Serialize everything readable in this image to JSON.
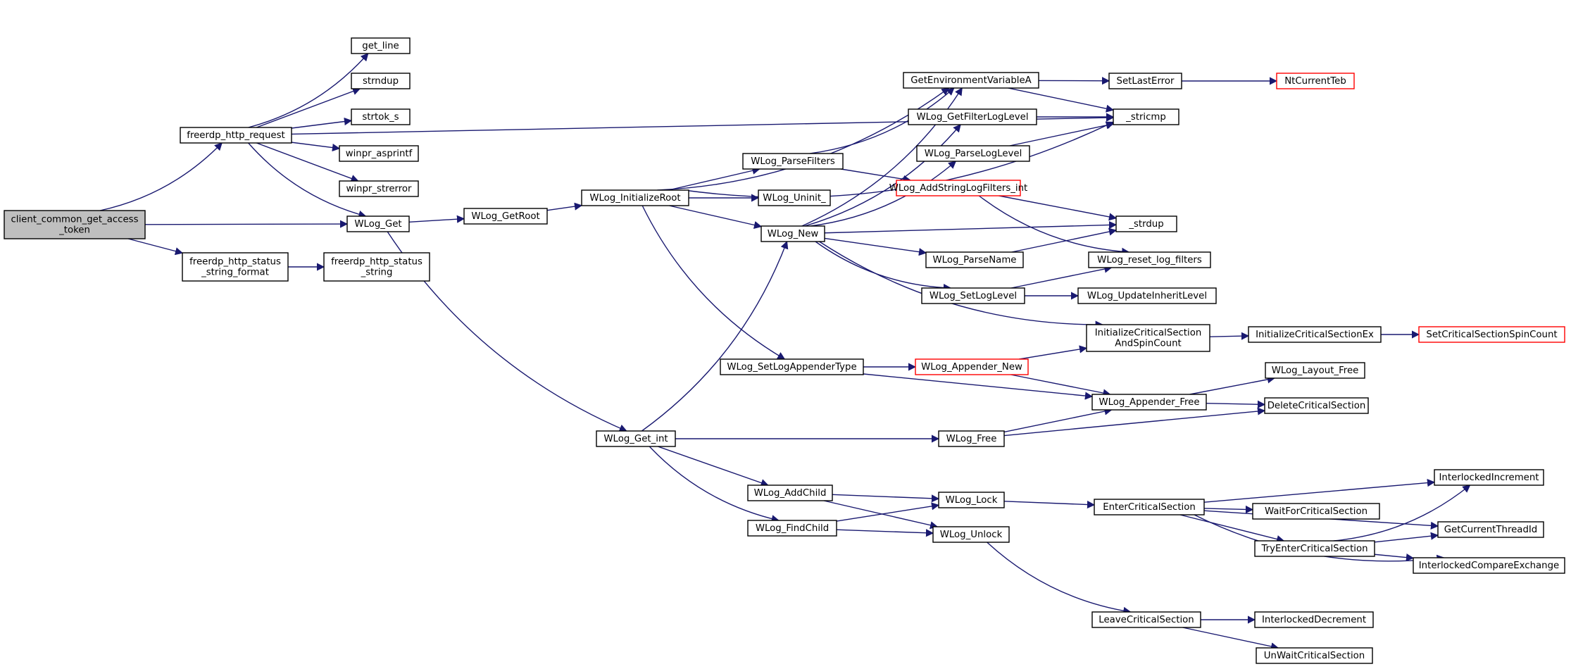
{
  "colors": {
    "edge": "#191970",
    "node_border": "#000000",
    "node_border_truncated": "#ff0000",
    "root_fill": "#bfbfbf",
    "node_fill": "#ffffff"
  },
  "nodes": [
    {
      "id": "root",
      "lines": [
        "client_common_get_access",
        "_token"
      ],
      "style": "root"
    },
    {
      "id": "http_request",
      "lines": [
        "freerdp_http_request"
      ]
    },
    {
      "id": "get_line",
      "lines": [
        "get_line"
      ]
    },
    {
      "id": "strndup",
      "lines": [
        "strndup"
      ]
    },
    {
      "id": "strtok_s",
      "lines": [
        "strtok_s"
      ]
    },
    {
      "id": "winpr_asprintf",
      "lines": [
        "winpr_asprintf"
      ]
    },
    {
      "id": "winpr_strerror",
      "lines": [
        "winpr_strerror"
      ]
    },
    {
      "id": "wlog_get",
      "lines": [
        "WLog_Get"
      ]
    },
    {
      "id": "status_format",
      "lines": [
        "freerdp_http_status",
        "_string_format"
      ]
    },
    {
      "id": "status_string",
      "lines": [
        "freerdp_http_status",
        "_string"
      ]
    },
    {
      "id": "getroot",
      "lines": [
        "WLog_GetRoot"
      ]
    },
    {
      "id": "initroot",
      "lines": [
        "WLog_InitializeRoot"
      ]
    },
    {
      "id": "parsefilters",
      "lines": [
        "WLog_ParseFilters"
      ]
    },
    {
      "id": "uninit",
      "lines": [
        "WLog_Uninit_"
      ]
    },
    {
      "id": "wlog_new",
      "lines": [
        "WLog_New"
      ]
    },
    {
      "id": "getenv",
      "lines": [
        "GetEnvironmentVariableA"
      ]
    },
    {
      "id": "getfilterlevel",
      "lines": [
        "WLog_GetFilterLogLevel"
      ]
    },
    {
      "id": "parseloglevel",
      "lines": [
        "WLog_ParseLogLevel"
      ]
    },
    {
      "id": "addstringfilters",
      "lines": [
        "WLog_AddStringLogFilters_int"
      ],
      "style": "red"
    },
    {
      "id": "setlasterror",
      "lines": [
        "SetLastError"
      ]
    },
    {
      "id": "ntcurrentteb",
      "lines": [
        "NtCurrentTeb"
      ],
      "style": "red"
    },
    {
      "id": "stricmp",
      "lines": [
        "_stricmp"
      ]
    },
    {
      "id": "strdup",
      "lines": [
        "_strdup"
      ]
    },
    {
      "id": "parsename",
      "lines": [
        "WLog_ParseName"
      ]
    },
    {
      "id": "resetfilters",
      "lines": [
        "WLog_reset_log_filters"
      ]
    },
    {
      "id": "setloglevel",
      "lines": [
        "WLog_SetLogLevel"
      ]
    },
    {
      "id": "updateinherit",
      "lines": [
        "WLog_UpdateInheritLevel"
      ]
    },
    {
      "id": "initcs_spin",
      "lines": [
        "InitializeCriticalSection",
        "AndSpinCount"
      ]
    },
    {
      "id": "initcs_ex",
      "lines": [
        "InitializeCriticalSectionEx"
      ]
    },
    {
      "id": "setcsspin",
      "lines": [
        "SetCriticalSectionSpinCount"
      ],
      "style": "red"
    },
    {
      "id": "setappendertype",
      "lines": [
        "WLog_SetLogAppenderType"
      ]
    },
    {
      "id": "appender_new",
      "lines": [
        "WLog_Appender_New"
      ],
      "style": "red"
    },
    {
      "id": "layout_free",
      "lines": [
        "WLog_Layout_Free"
      ]
    },
    {
      "id": "appender_free",
      "lines": [
        "WLog_Appender_Free"
      ]
    },
    {
      "id": "deletecs",
      "lines": [
        "DeleteCriticalSection"
      ]
    },
    {
      "id": "get_int",
      "lines": [
        "WLog_Get_int"
      ]
    },
    {
      "id": "wlog_free",
      "lines": [
        "WLog_Free"
      ]
    },
    {
      "id": "addchild",
      "lines": [
        "WLog_AddChild"
      ]
    },
    {
      "id": "findchild",
      "lines": [
        "WLog_FindChild"
      ]
    },
    {
      "id": "wlog_lock",
      "lines": [
        "WLog_Lock"
      ]
    },
    {
      "id": "wlog_unlock",
      "lines": [
        "WLog_Unlock"
      ]
    },
    {
      "id": "entercs",
      "lines": [
        "EnterCriticalSection"
      ]
    },
    {
      "id": "interlockedinc",
      "lines": [
        "InterlockedIncrement"
      ]
    },
    {
      "id": "waitforcs",
      "lines": [
        "WaitForCriticalSection"
      ]
    },
    {
      "id": "getthreadid",
      "lines": [
        "GetCurrentThreadId"
      ]
    },
    {
      "id": "tryentercs",
      "lines": [
        "TryEnterCriticalSection"
      ]
    },
    {
      "id": "interlockedcmp",
      "lines": [
        "InterlockedCompareExchange"
      ]
    },
    {
      "id": "leavecs",
      "lines": [
        "LeaveCriticalSection"
      ]
    },
    {
      "id": "interlockeddec",
      "lines": [
        "InterlockedDecrement"
      ]
    },
    {
      "id": "unwaitcs",
      "lines": [
        "UnWaitCriticalSection"
      ]
    }
  ],
  "edges": [
    [
      "root",
      "http_request"
    ],
    [
      "root",
      "wlog_get"
    ],
    [
      "root",
      "status_format"
    ],
    [
      "http_request",
      "get_line"
    ],
    [
      "http_request",
      "strndup"
    ],
    [
      "http_request",
      "strtok_s"
    ],
    [
      "http_request",
      "winpr_asprintf"
    ],
    [
      "http_request",
      "winpr_strerror"
    ],
    [
      "http_request",
      "wlog_get"
    ],
    [
      "http_request",
      "stricmp"
    ],
    [
      "status_format",
      "status_string"
    ],
    [
      "wlog_get",
      "getroot"
    ],
    [
      "wlog_get",
      "get_int"
    ],
    [
      "getroot",
      "initroot"
    ],
    [
      "initroot",
      "getenv"
    ],
    [
      "initroot",
      "parsefilters"
    ],
    [
      "initroot",
      "uninit"
    ],
    [
      "initroot",
      "wlog_new"
    ],
    [
      "initroot",
      "stricmp"
    ],
    [
      "initroot",
      "setappendertype"
    ],
    [
      "parsefilters",
      "getenv"
    ],
    [
      "parsefilters",
      "addstringfilters"
    ],
    [
      "wlog_new",
      "getenv"
    ],
    [
      "wlog_new",
      "getfilterlevel"
    ],
    [
      "wlog_new",
      "parseloglevel"
    ],
    [
      "wlog_new",
      "strdup"
    ],
    [
      "wlog_new",
      "parsename"
    ],
    [
      "wlog_new",
      "setloglevel"
    ],
    [
      "wlog_new",
      "initcs_spin"
    ],
    [
      "getenv",
      "setlasterror"
    ],
    [
      "getenv",
      "stricmp"
    ],
    [
      "setlasterror",
      "ntcurrentteb"
    ],
    [
      "getfilterlevel",
      "stricmp"
    ],
    [
      "parseloglevel",
      "stricmp"
    ],
    [
      "addstringfilters",
      "strdup"
    ],
    [
      "addstringfilters",
      "resetfilters"
    ],
    [
      "parsename",
      "strdup"
    ],
    [
      "setloglevel",
      "resetfilters"
    ],
    [
      "setloglevel",
      "updateinherit"
    ],
    [
      "initcs_spin",
      "initcs_ex"
    ],
    [
      "initcs_ex",
      "setcsspin"
    ],
    [
      "setappendertype",
      "appender_new"
    ],
    [
      "setappendertype",
      "appender_free"
    ],
    [
      "appender_new",
      "initcs_spin"
    ],
    [
      "appender_new",
      "appender_free"
    ],
    [
      "appender_free",
      "layout_free"
    ],
    [
      "appender_free",
      "deletecs"
    ],
    [
      "get_int",
      "wlog_new"
    ],
    [
      "get_int",
      "wlog_free"
    ],
    [
      "get_int",
      "addchild"
    ],
    [
      "get_int",
      "findchild"
    ],
    [
      "wlog_free",
      "appender_free"
    ],
    [
      "wlog_free",
      "deletecs"
    ],
    [
      "addchild",
      "wlog_lock"
    ],
    [
      "addchild",
      "wlog_unlock"
    ],
    [
      "findchild",
      "wlog_lock"
    ],
    [
      "findchild",
      "wlog_unlock"
    ],
    [
      "wlog_lock",
      "entercs"
    ],
    [
      "wlog_unlock",
      "leavecs"
    ],
    [
      "entercs",
      "interlockedinc"
    ],
    [
      "entercs",
      "waitforcs"
    ],
    [
      "entercs",
      "getthreadid"
    ],
    [
      "entercs",
      "tryentercs"
    ],
    [
      "entercs",
      "interlockedcmp"
    ],
    [
      "tryentercs",
      "interlockedinc"
    ],
    [
      "tryentercs",
      "getthreadid"
    ],
    [
      "tryentercs",
      "interlockedcmp"
    ],
    [
      "leavecs",
      "interlockeddec"
    ],
    [
      "leavecs",
      "unwaitcs"
    ]
  ]
}
